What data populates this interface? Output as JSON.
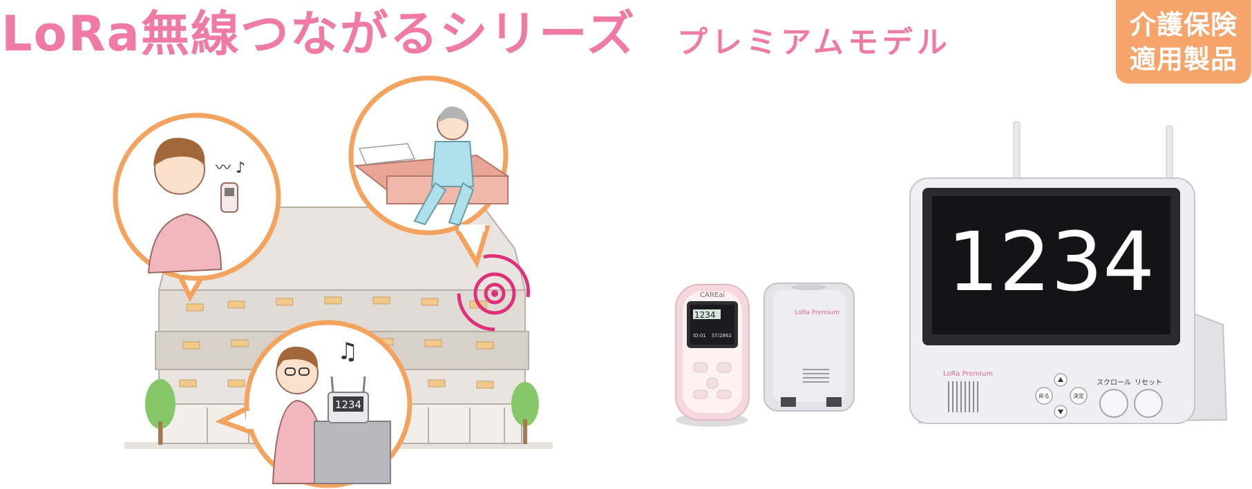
{
  "header": {
    "title": "LoRa無線つながるシリーズ",
    "subtitle": "プレミアムモデル"
  },
  "badge": {
    "line1": "介護保険",
    "line2": "適用製品"
  },
  "illustration": {
    "receiver_display": "1234"
  },
  "products": {
    "handset": {
      "brand": "CAREai",
      "display_number": "1234",
      "display_id": "ID:01",
      "display_code": "ST/2862"
    },
    "sensor": {
      "label": "LoRa Premium"
    },
    "monitor": {
      "display_number": "1234",
      "label": "LoRa Premium",
      "back_button": "戻る",
      "enter_button": "決定",
      "scroll_label": "スクロール",
      "reset_label": "リセット"
    }
  },
  "colors": {
    "accent_pink": "#ef7aa4",
    "badge_orange": "#f6a46a",
    "bubble_orange": "#f4a35f",
    "signal_magenta": "#e0307a"
  }
}
